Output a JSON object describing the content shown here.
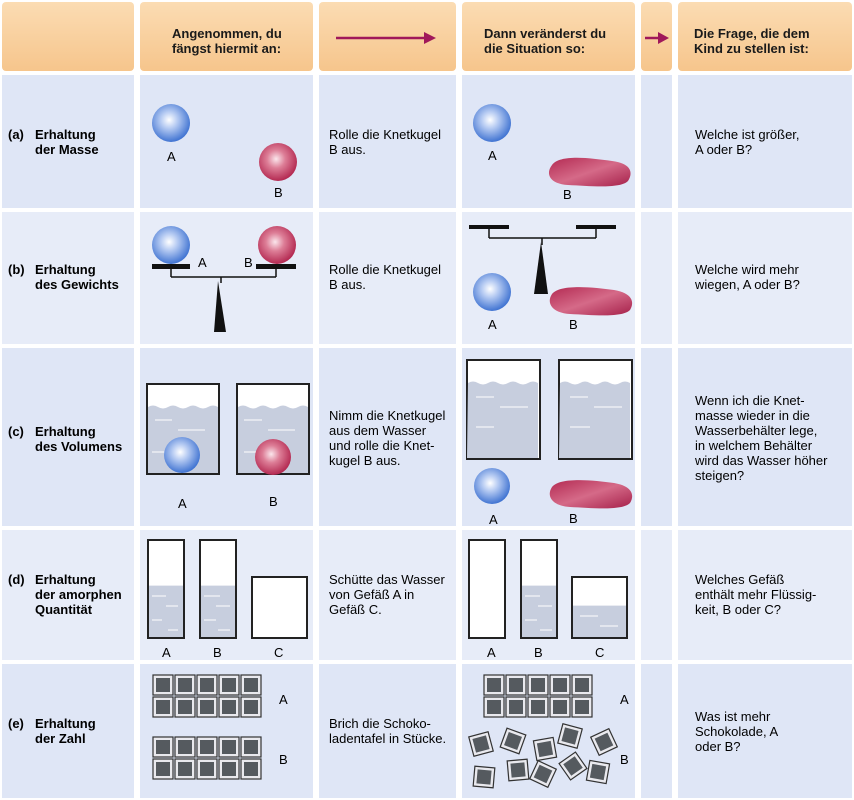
{
  "headers": {
    "start": "Angenommen, du\nfängst hiermit an:",
    "change": "Dann veränderst du\ndie Situation so:",
    "question": "Die Frage, die dem\nKind zu stellen ist:"
  },
  "rows": [
    {
      "id": "(a)",
      "title": "Erhaltung\nder Masse",
      "action": "Rolle die Knetkugel\nB aus.",
      "question": "Welche ist größer,\nA oder B?",
      "labels_start": [
        "A",
        "B"
      ],
      "labels_after": [
        "A",
        "B"
      ]
    },
    {
      "id": "(b)",
      "title": "Erhaltung\ndes Gewichts",
      "action": "Rolle die Knetkugel\nB aus.",
      "question": "Welche wird mehr\nwiegen, A oder B?",
      "labels_start": [
        "A",
        "B"
      ],
      "labels_after": [
        "A",
        "B"
      ]
    },
    {
      "id": "(c)",
      "title": "Erhaltung\ndes Volumens",
      "action": "Nimm die Knetkugel\naus dem Wasser\nund rolle die Knet-\nkugel B aus.",
      "question": "Wenn ich die Knet-\nmasse wieder in die\nWasserbehälter lege,\nin welchem Behälter\nwird das Wasser höher\nsteigen?",
      "labels_start": [
        "A",
        "B"
      ],
      "labels_after": [
        "A",
        "B"
      ]
    },
    {
      "id": "(d)",
      "title": "Erhaltung\nder amorphen\nQuantität",
      "action": "Schütte das Wasser\nvon Gefäß A in\nGefäß C.",
      "question": "Welches Gefäß\nenthält mehr Flüssig-\nkeit, B oder C?",
      "labels_start": [
        "A",
        "B",
        "C"
      ],
      "labels_after": [
        "A",
        "B",
        "C"
      ]
    },
    {
      "id": "(e)",
      "title": "Erhaltung\nder Zahl",
      "action": "Brich die Schoko-\nladentafel in Stücke.",
      "question": "Was ist mehr\nSchokolade, A\noder B?",
      "labels_start": [
        "A",
        "B"
      ],
      "labels_after": [
        "A",
        "B"
      ]
    }
  ],
  "colors": {
    "header_bg": "#f6c58c",
    "cell_bg": "#dfe6f6",
    "arrow": "#a0185a",
    "ball_blue": "#4a7fd6",
    "ball_red": "#c0305a",
    "water": "#c7cede"
  }
}
